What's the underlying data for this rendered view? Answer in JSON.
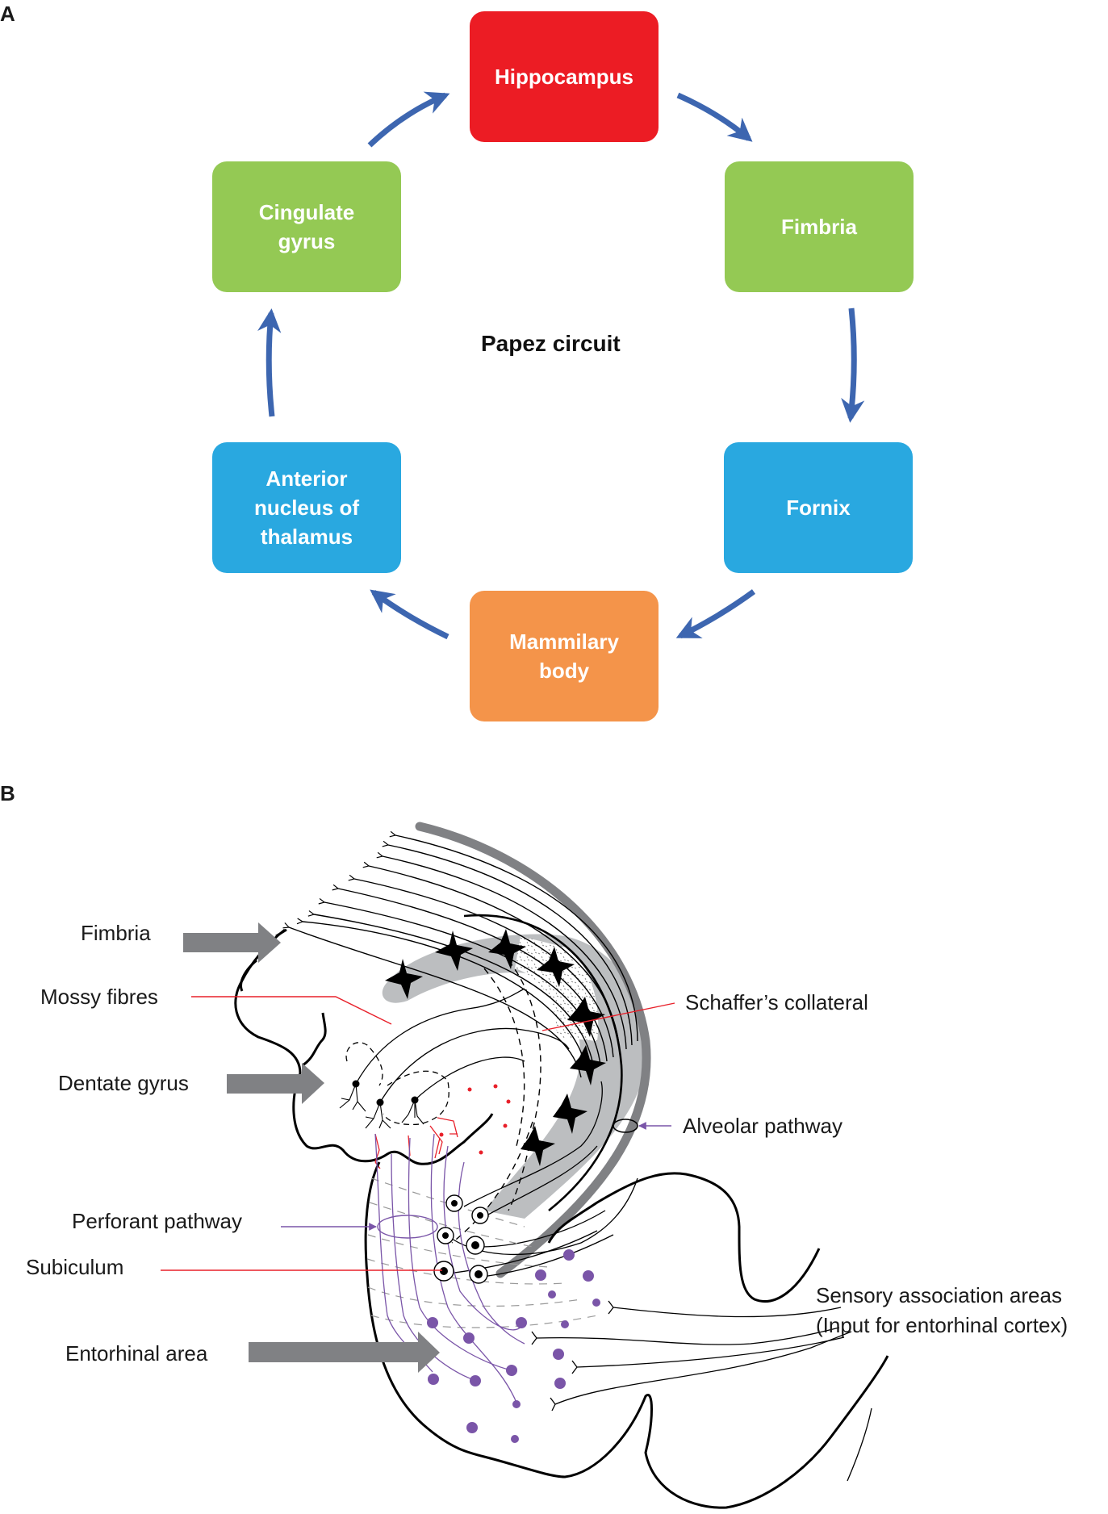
{
  "panel_a": {
    "letter": "A",
    "title": "Papez circuit",
    "nodes": [
      {
        "id": "hippocampus",
        "label": "Hippocampus",
        "color": "#EC1C24"
      },
      {
        "id": "fimbria",
        "label": "Fimbria",
        "color": "#94C954"
      },
      {
        "id": "fornix",
        "label": "Fornix",
        "color": "#29A8E0"
      },
      {
        "id": "mammilary",
        "label": "Mammilary\nbody",
        "color": "#F4944A"
      },
      {
        "id": "anterior",
        "label": "Anterior\nnucleus of\nthalamus",
        "color": "#29A8E0"
      },
      {
        "id": "cingulate",
        "label": "Cingulate\ngyrus",
        "color": "#94C954"
      }
    ],
    "edges": [
      {
        "from": "hippocampus",
        "to": "fimbria"
      },
      {
        "from": "fimbria",
        "to": "fornix"
      },
      {
        "from": "fornix",
        "to": "mammilary"
      },
      {
        "from": "mammilary",
        "to": "anterior"
      },
      {
        "from": "anterior",
        "to": "cingulate"
      },
      {
        "from": "cingulate",
        "to": "hippocampus"
      }
    ],
    "arrow_color": "#3D66B0"
  },
  "panel_b": {
    "letter": "B",
    "labels": {
      "fimbria": "Fimbria",
      "mossy_fibres": "Mossy fibres",
      "dentate_gyrus": "Dentate gyrus",
      "perforant_pathway": "Perforant pathway",
      "subiculum": "Subiculum",
      "entorhinal_area": "Entorhinal area",
      "schaffers_collateral": "Schaffer’s collateral",
      "alveolar_pathway": "Alveolar pathway",
      "sensory_line1": "Sensory association areas",
      "sensory_line2": "(Input for entorhinal cortex)"
    },
    "colors": {
      "pointer_arrow": "#808184",
      "red_leader": "#E8202A",
      "purple": "#7A55A8",
      "band": "#BCBEC0",
      "outline": "#000000"
    }
  }
}
